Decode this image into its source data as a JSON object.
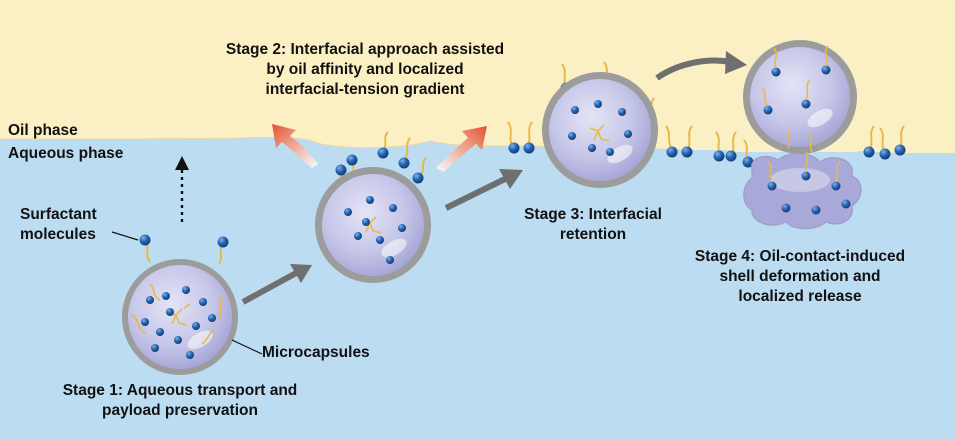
{
  "phases": {
    "oil": "Oil phase",
    "aqueous": "Aqueous  phase"
  },
  "labels": {
    "surfactant": [
      "Surfactant",
      "molecules"
    ],
    "microcapsules": "Microcapsules"
  },
  "stages": {
    "stage1": [
      "Stage 1: Aqueous transport and",
      "payload preservation"
    ],
    "stage2": [
      "Stage 2: Interfacial approach assisted",
      "by oil affinity and localized",
      "interfacial-tension gradient"
    ],
    "stage3": [
      "Stage 3: Interfacial",
      "retention"
    ],
    "stage4": [
      "Stage 4: Oil-contact-induced",
      "shell deformation and",
      "localized release"
    ]
  },
  "colors": {
    "oil": "#fbf0c4",
    "water": "#bcdcf2",
    "capsule_shell": "#9c9c9c",
    "capsule_core": "#c4c4e8",
    "molecule_head": "#1d4f94",
    "surfactant_tail": "#e7b94a",
    "transport_arrow": "#6f6f6f",
    "gradient_arrow": "#e05a38"
  }
}
